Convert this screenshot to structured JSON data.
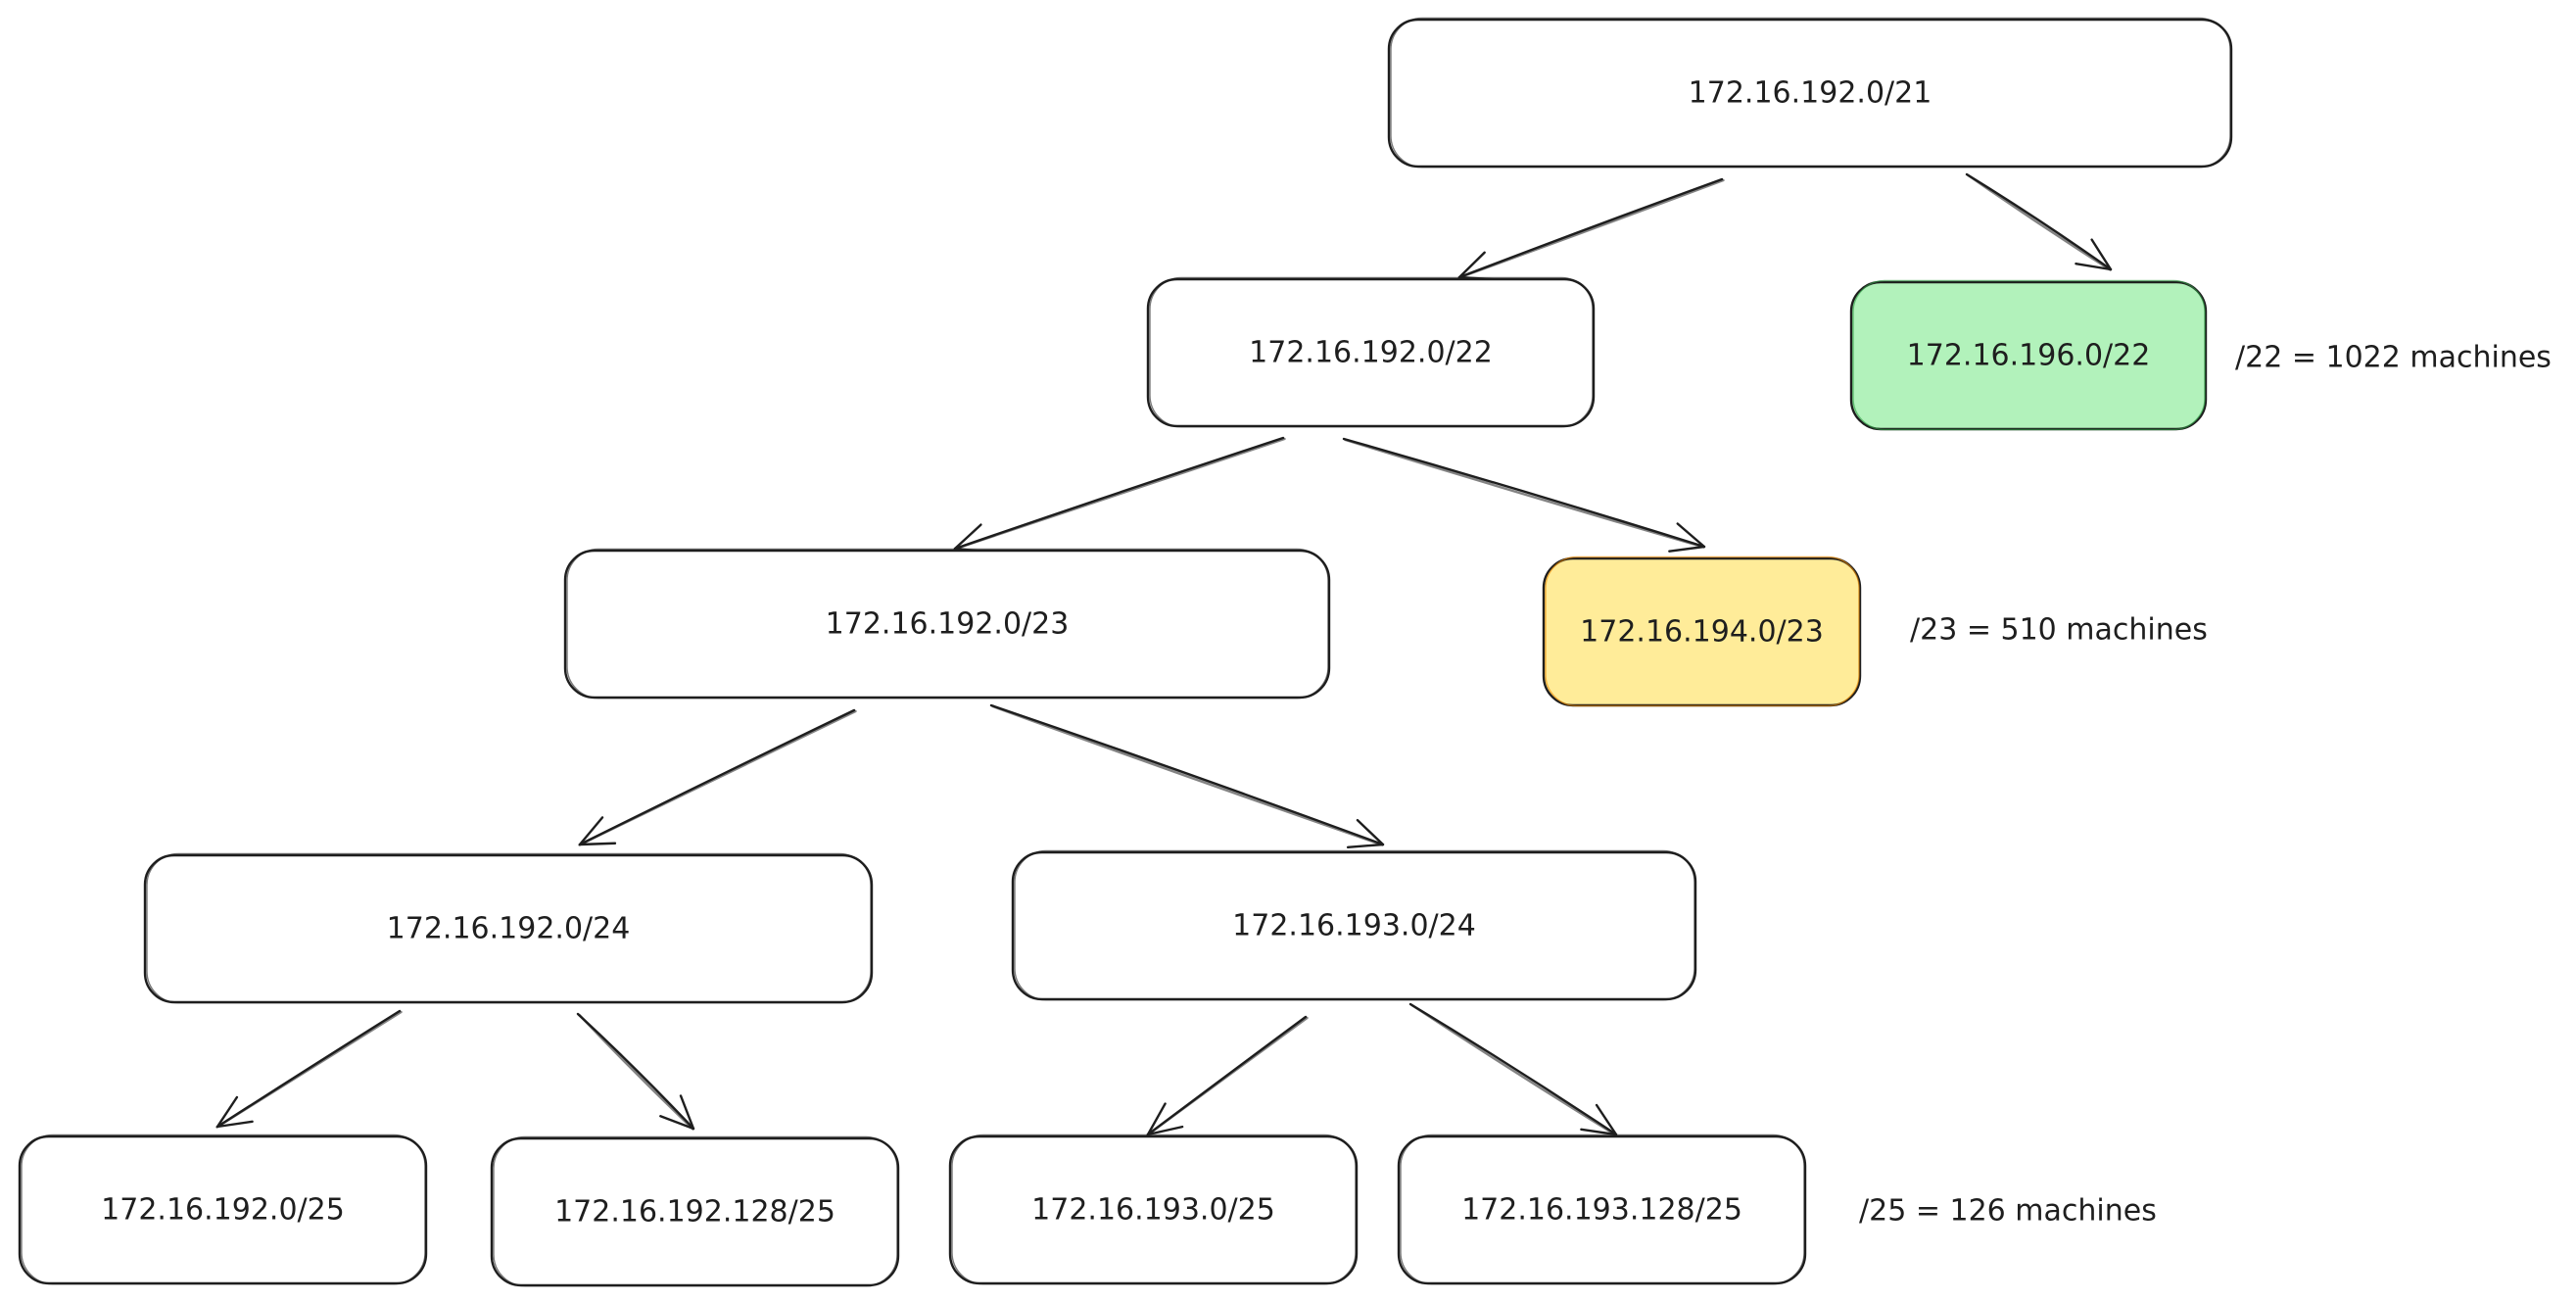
{
  "colors": {
    "ink": "#1e1e1e",
    "background": "#ffffff",
    "green_fill": "#b2f2bb",
    "green_stroke": "#2f9e44",
    "green_text": "#2f9e44",
    "yellow_fill": "#ffec99",
    "yellow_stroke": "#f08c00",
    "yellow_text": "#f08c00"
  },
  "nodes": [
    {
      "id": "n21",
      "label": "172.16.192.0/21"
    },
    {
      "id": "n22a",
      "label": "172.16.192.0/22"
    },
    {
      "id": "n22b",
      "label": "172.16.196.0/22",
      "highlight": "green"
    },
    {
      "id": "n23a",
      "label": "172.16.192.0/23"
    },
    {
      "id": "n23b",
      "label": "172.16.194.0/23",
      "highlight": "yellow"
    },
    {
      "id": "n24a",
      "label": "172.16.192.0/24"
    },
    {
      "id": "n24b",
      "label": "172.16.193.0/24"
    },
    {
      "id": "n25a",
      "label": "172.16.192.0/25"
    },
    {
      "id": "n25b",
      "label": "172.16.192.128/25"
    },
    {
      "id": "n25c",
      "label": "172.16.193.0/25"
    },
    {
      "id": "n25d",
      "label": "172.16.193.128/25"
    }
  ],
  "edges": [
    {
      "from": "n21",
      "to": "n22a"
    },
    {
      "from": "n21",
      "to": "n22b"
    },
    {
      "from": "n22a",
      "to": "n23a"
    },
    {
      "from": "n22a",
      "to": "n23b"
    },
    {
      "from": "n23a",
      "to": "n24a"
    },
    {
      "from": "n23a",
      "to": "n24b"
    },
    {
      "from": "n24a",
      "to": "n25a"
    },
    {
      "from": "n24a",
      "to": "n25b"
    },
    {
      "from": "n24b",
      "to": "n25c"
    },
    {
      "from": "n24b",
      "to": "n25d"
    }
  ],
  "notes": [
    {
      "id": "note22",
      "text": "/22 = 1022 machines"
    },
    {
      "id": "note23",
      "text": "/23 = 510 machines"
    },
    {
      "id": "note25",
      "text": "/25 = 126 machines"
    }
  ]
}
